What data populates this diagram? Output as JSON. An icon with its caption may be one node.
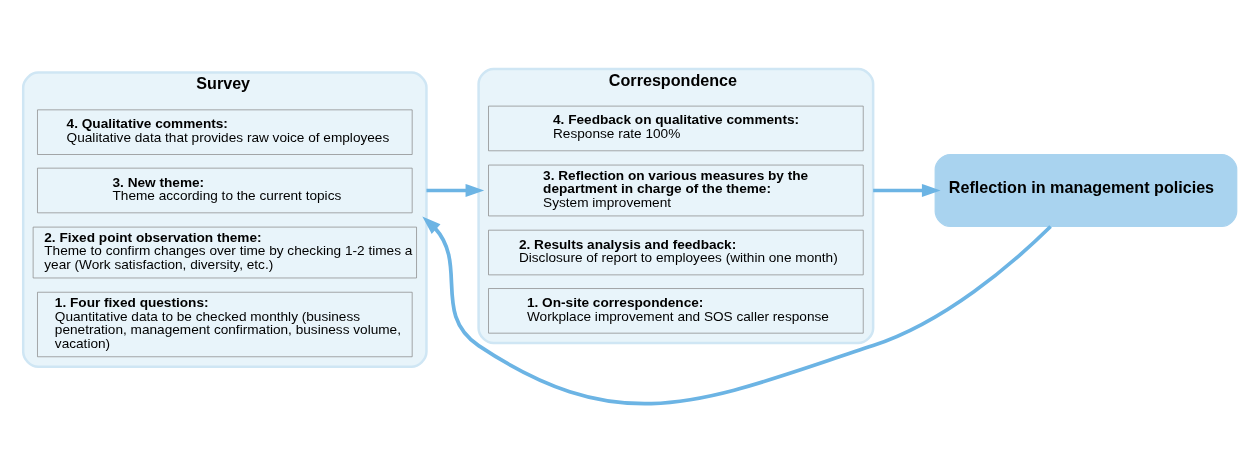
{
  "diagram": {
    "nodes": [
      {
        "text": [
          "Survey"
        ]
      },
      {
        "text": [
          "1. Four fixed questions:",
          "Quantitative data to be checked monthly (business penetration, management confirmation, business volume, vacation)"
        ],
        "in": 0
      },
      {
        "text": [
          "2. Fixed point observation theme:",
          "Theme to confirm changes over time by checking 1-2 times a year (Work satisfaction, diversity, etc.)"
        ],
        "in": 0
      },
      {
        "text": [
          "3. New theme:",
          "Theme according to the current topics"
        ],
        "in": 0
      },
      {
        "text": [
          "4. Qualitative comments:",
          "Qualitative data that provides raw voice of employees"
        ],
        "in": 0
      },
      {
        "text": [
          "Correspondence"
        ]
      },
      {
        "text": [
          "1. On-site correspondence:",
          "Workplace improvement and SOS caller response"
        ],
        "in": 5
      },
      {
        "text": [
          "2. Results analysis and feedback:",
          "Disclosure of report to employees (within one month)"
        ],
        "in": 5
      },
      {
        "text": [
          "3. Reflection on various measures by the department in charge of the theme:",
          "System improvement"
        ],
        "in": 5
      },
      {
        "text": [
          "4. Feedback on qualitative comments:",
          "Response rate 100%"
        ],
        "in": 5
      },
      {
        "text": [
          "Reflection in management policies"
        ]
      }
    ],
    "edges": [
      {
        "from": 0,
        "to": 5,
        "arrow": "to"
      },
      {
        "from": 5,
        "to": 10,
        "arrow": "to"
      },
      {
        "from": 10,
        "to": 0,
        "arrow": "to"
      }
    ]
  }
}
